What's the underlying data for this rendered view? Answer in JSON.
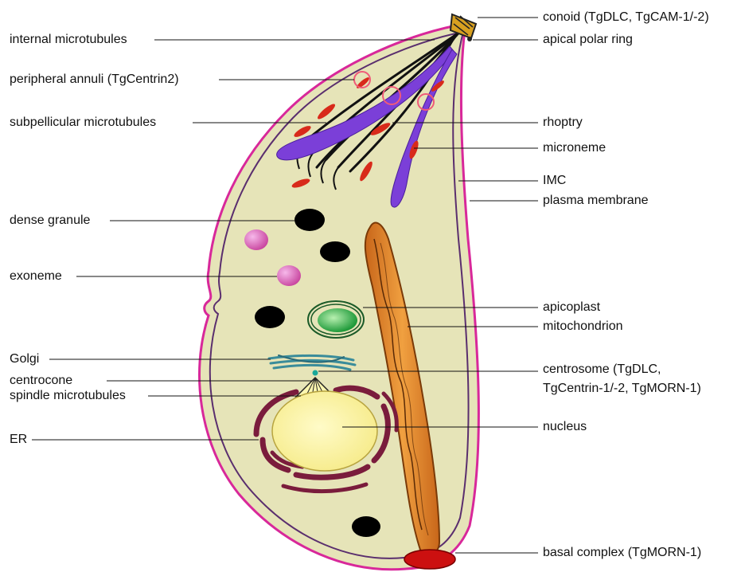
{
  "labels_left": {
    "internal_microtubules": "internal microtubules",
    "peripheral_annuli": "peripheral annuli (TgCentrin2)",
    "subpellicular_microtubules": "subpellicular microtubules",
    "dense_granule": "dense granule",
    "exoneme": "exoneme",
    "golgi": "Golgi",
    "centrocone": "centrocone",
    "spindle_microtubules": "spindle microtubules",
    "er": "ER"
  },
  "labels_right": {
    "conoid": "conoid (TgDLC, TgCAM-1/-2)",
    "apical_polar_ring": "apical polar ring",
    "rhoptry": "rhoptry",
    "microneme": "microneme",
    "imc": "IMC",
    "plasma_membrane": "plasma membrane",
    "apicoplast": "apicoplast",
    "mitochondrion": "mitochondrion",
    "centrosome_line1": "centrosome (TgDLC,",
    "centrosome_line2": "TgCentrin-1/-2, TgMORN-1)",
    "nucleus": "nucleus",
    "basal_complex": "basal complex (TgMORN-1)"
  },
  "colors": {
    "cytoplasm": "#e6e4b8",
    "plasma_membrane": "#d8289a",
    "imc": "#5a2e6e",
    "rhoptry": "#7b3fd8",
    "microneme": "#d82a1a",
    "dense_granule": "#000000",
    "exoneme": "#e06cc8",
    "apicoplast": "#2fb84a",
    "mitochondrion": "#e8821c",
    "nucleus": "#fdf7b0",
    "er": "#7a1c3c",
    "golgi": "#3a8c9a",
    "basal_complex": "#cc1010",
    "conoid": "#d8a020"
  }
}
